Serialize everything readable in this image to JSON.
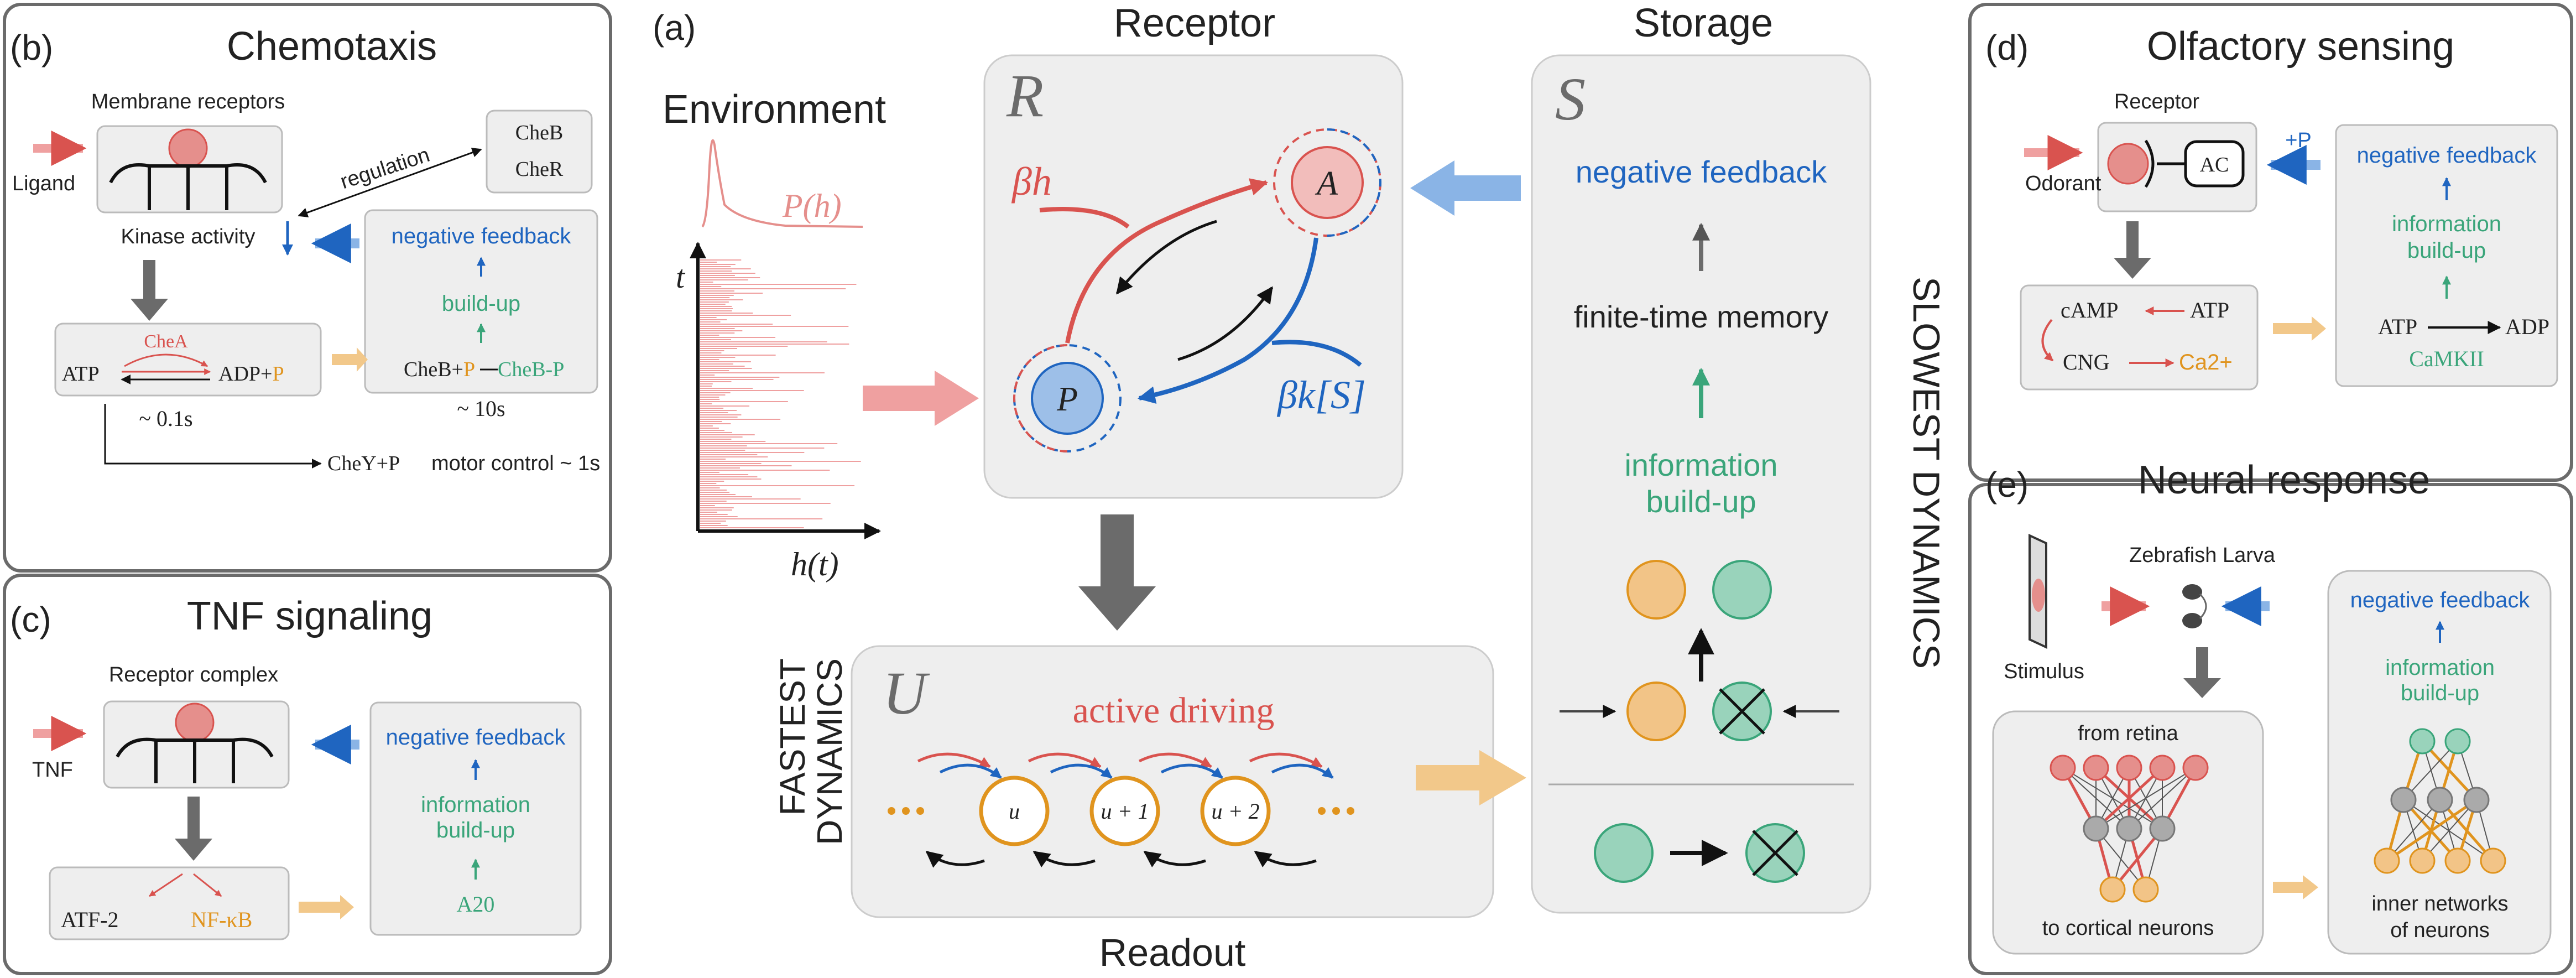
{
  "colors": {
    "red": "#d9534f",
    "red_fill": "#e58f8c",
    "pink": "#efa0a0",
    "blue": "#1f65c0",
    "blue_fill": "#9dbfe8",
    "blue_arrow": "#8ab4e6",
    "green": "#3aa57a",
    "green_fill": "#99d3bb",
    "orange": "#e0941e",
    "orange_fill": "#f2c487",
    "orange_arrow": "#f2c88a",
    "panel_fill": "#eeeeee",
    "panel_stroke": "#bbbbbb",
    "outer_stroke": "#6b6b6b",
    "dark_arrow": "#6b6b6b"
  },
  "panel_b": {
    "tag": "(b)",
    "title": "Chemotaxis",
    "membrane": "Membrane receptors",
    "ligand": "Ligand",
    "regulation": "regulation",
    "cheb": "CheB",
    "cher": "CheR",
    "kinase": "Kinase activity",
    "negfb": "negative feedback",
    "buildup": "build-up",
    "chea": "CheA",
    "atp": "ATP",
    "adp": "ADP+",
    "p": "P",
    "time1": "~ 0.1s",
    "cheb_p_left": "CheB+",
    "cheb_p_right": "CheB-P",
    "time2": "~ 10s",
    "chey": "CheY+P",
    "motor": "motor control  ~ 1s"
  },
  "panel_c": {
    "tag": "(c)",
    "title": "TNF signaling",
    "receptor": "Receptor complex",
    "tnf": "TNF",
    "negfb": "negative feedback",
    "info": "information",
    "buildup": "build-up",
    "atf": "ATF-2",
    "nfkb": "NF-κB",
    "a20": "A20"
  },
  "panel_a": {
    "tag": "(a)",
    "receptor": "Receptor",
    "storage": "Storage",
    "environment": "Environment",
    "ph": "P(h)",
    "t": "t",
    "ht": "h(t)",
    "R": "R",
    "A": "A",
    "P": "P",
    "beta_h": "βh",
    "beta_k": "βk[S]",
    "S": "S",
    "negfb": "negative feedback",
    "memory": "finite-time memory",
    "info": "information",
    "buildup": "build-up",
    "slowest": "SLOWEST DYNAMICS",
    "fastest1": "FASTEST",
    "fastest2": "DYNAMICS",
    "U": "U",
    "active": "active driving",
    "u0": "u",
    "u1": "u + 1",
    "u2": "u + 2",
    "readout": "Readout"
  },
  "panel_d": {
    "tag": "(d)",
    "title": "Olfactory sensing",
    "receptor": "Receptor",
    "odorant": "Odorant",
    "ac": "AC",
    "plus_p": "+P",
    "negfb": "negative feedback",
    "info": "information",
    "buildup": "build-up",
    "camp": "cAMP",
    "atp": "ATP",
    "cng": "CNG",
    "ca": "Ca2+",
    "atp2": "ATP",
    "adp2": "ADP",
    "camkii": "CaMKII"
  },
  "panel_e": {
    "tag": "(e)",
    "title": "Neural response",
    "larva": "Zebrafish Larva",
    "stimulus": "Stimulus",
    "negfb": "negative feedback",
    "info": "information",
    "buildup": "build-up",
    "retina": "from retina",
    "cortical": "to cortical neurons",
    "inner1": "inner networks",
    "inner2": "of neurons"
  }
}
